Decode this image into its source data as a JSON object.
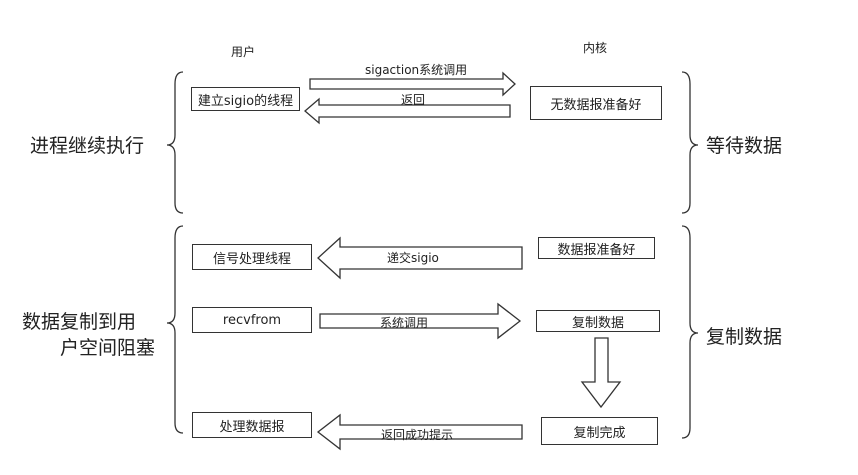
{
  "headers": {
    "user": "用户",
    "kernel": "内核"
  },
  "phase1": {
    "left_label": "进程继续执行",
    "right_label": "等待数据",
    "user_box": "建立sigio的线程",
    "kernel_box": "无数据报准备好",
    "arrow_call": "sigaction系统调用",
    "arrow_return": "返回"
  },
  "phase2": {
    "left_label_line1": "数据复制到用",
    "left_label_line2": "户空间阻塞",
    "right_label": "复制数据",
    "kernel_ready": "数据报准备好",
    "deliver_arrow": "递交sigio",
    "user_handler": "信号处理线程",
    "user_recv": "recvfrom",
    "syscall_arrow": "系统调用",
    "kernel_copy": "复制数据",
    "kernel_done": "复制完成",
    "return_arrow": "返回成功提示",
    "user_process": "处理数据报"
  }
}
